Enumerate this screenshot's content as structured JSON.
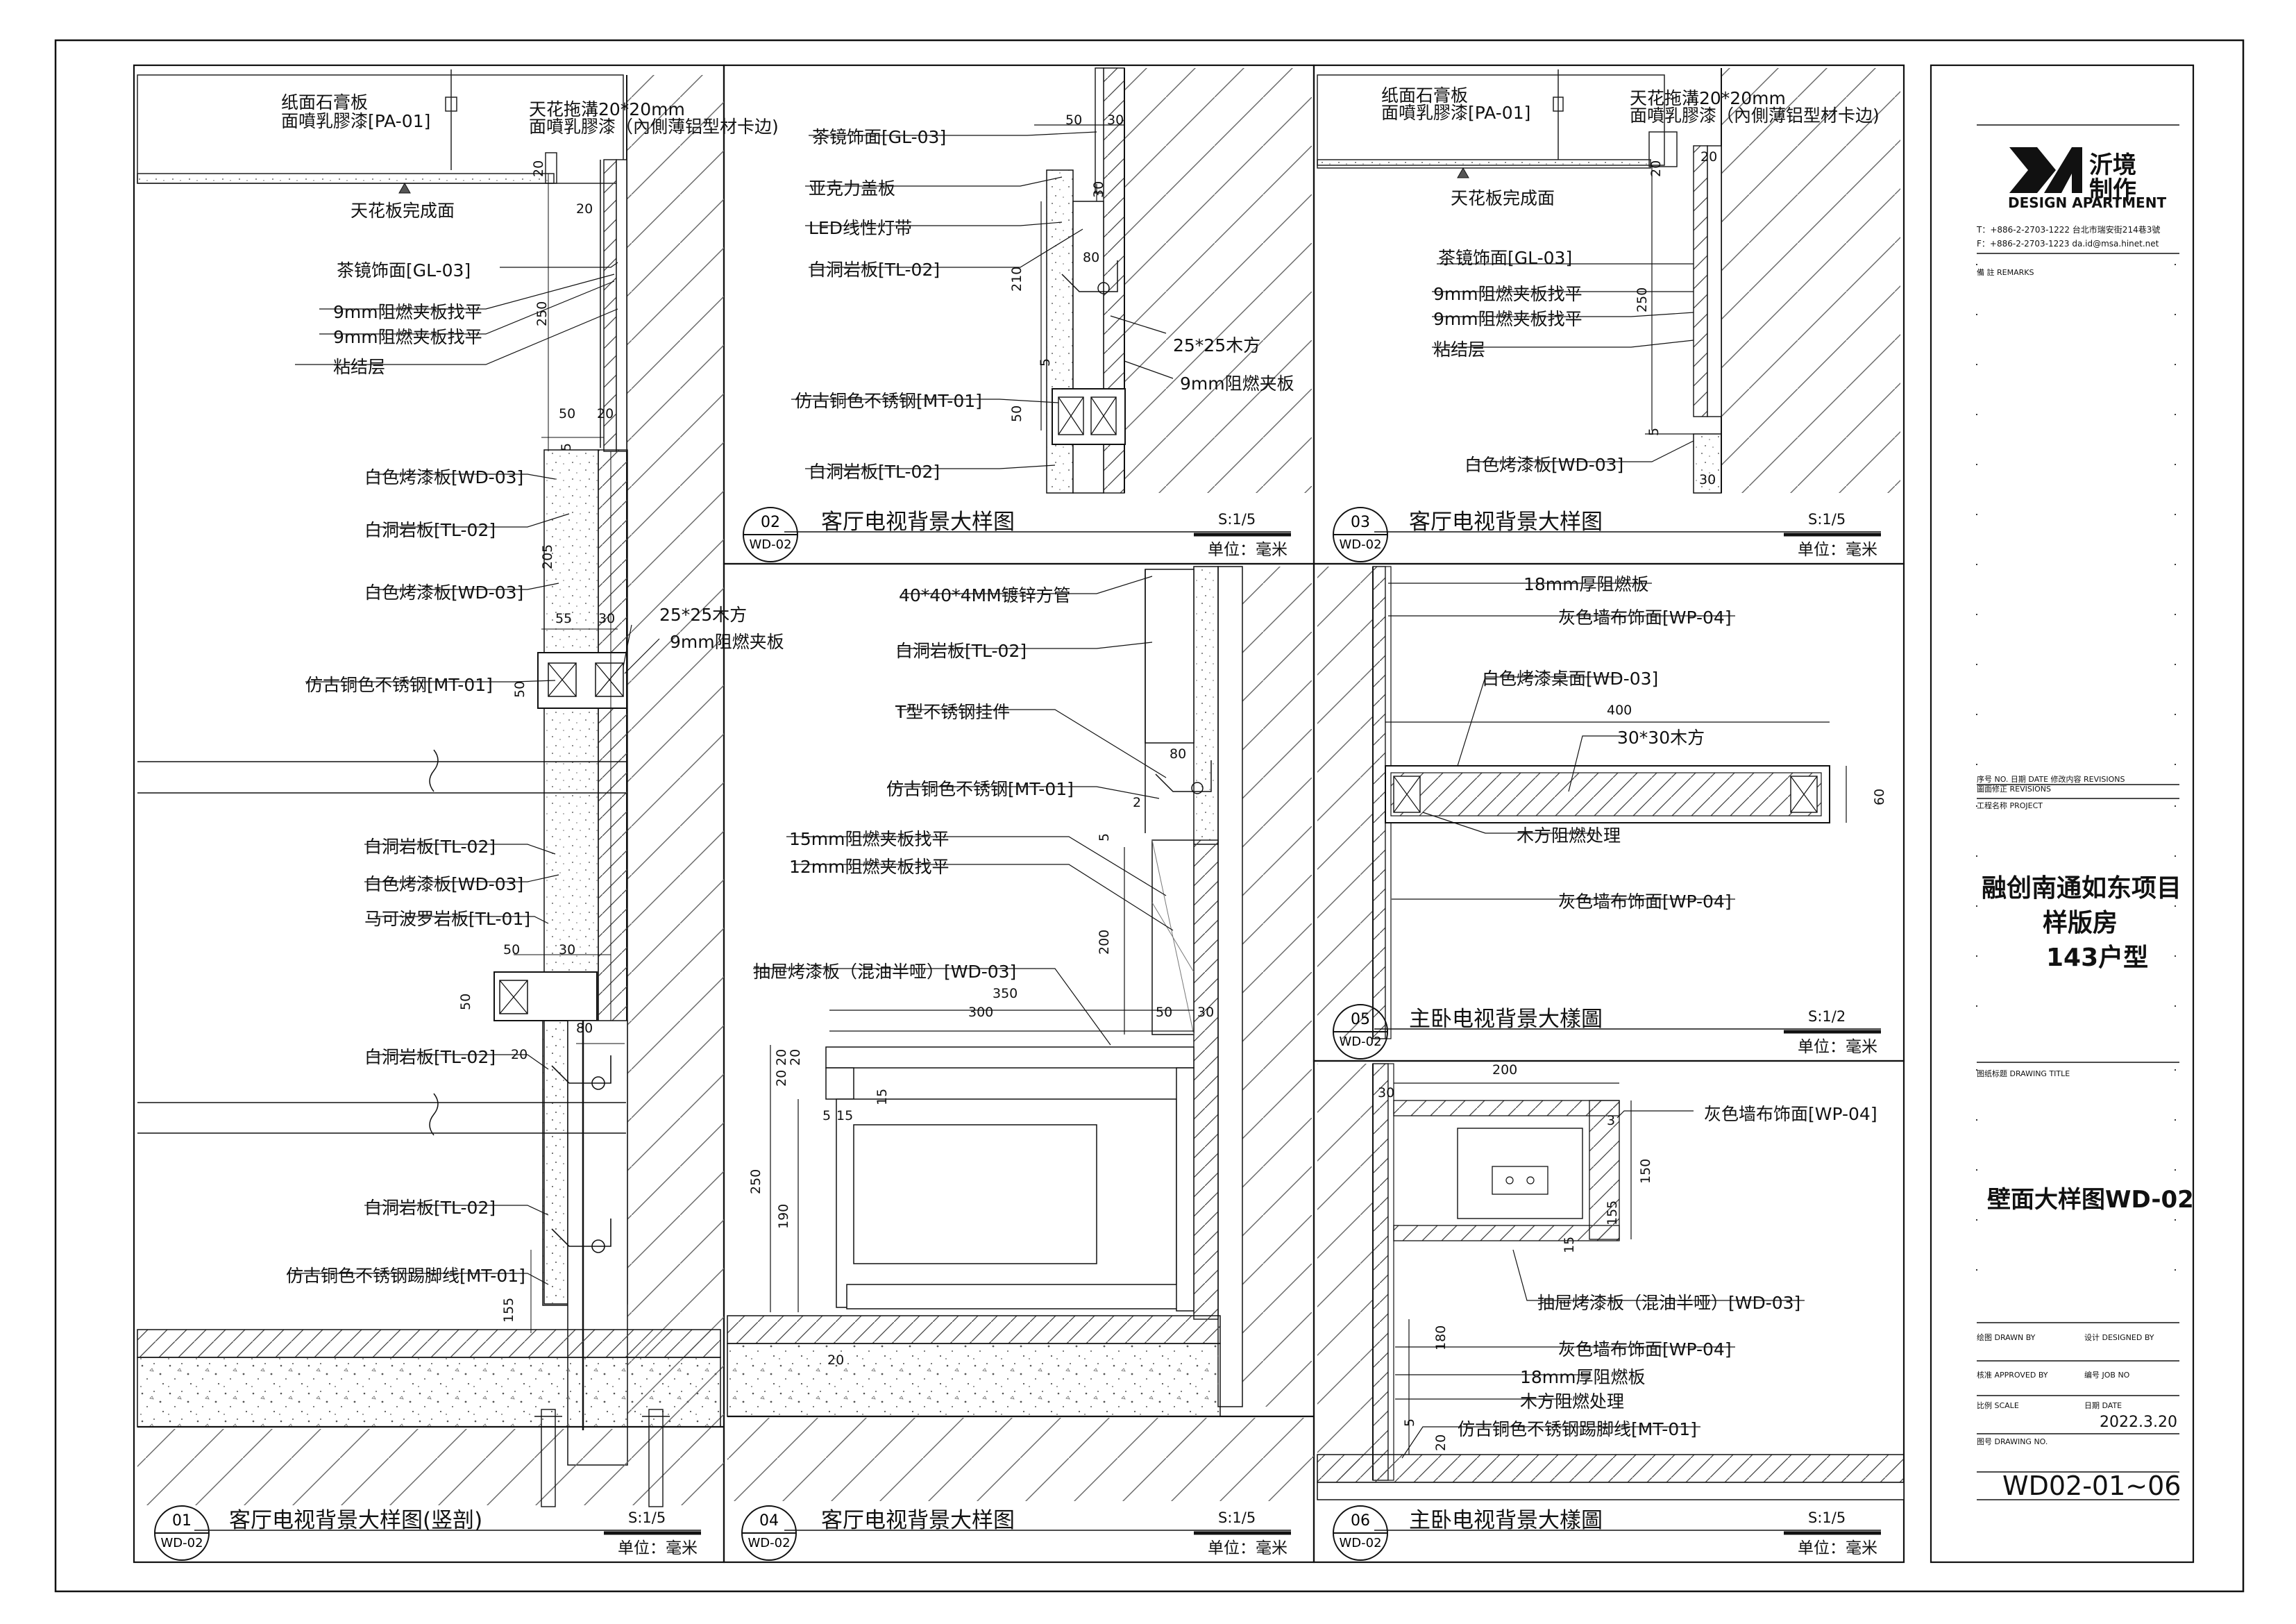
{
  "panel01": {
    "labels": [
      "纸面石膏板",
      "面噴乳膠漆[PA-01]",
      "天花拖溝20*20mm",
      "面噴乳膠漆（內側薄铝型材卡边)",
      "天花板完成面",
      "茶镜饰面[GL-03]",
      "9mm阻燃夹板找平",
      "9mm阻燃夹板找平",
      "粘结层",
      "白色烤漆板[WD-03]",
      "白洞岩板[TL-02]",
      "白色烤漆板[WD-03]",
      "25*25木方",
      "9mm阻燃夹板",
      "仿古铜色不锈钢[MT-01]",
      "白洞岩板[TL-02]",
      "白色烤漆板[WD-03]",
      "马可波罗岩板[TL-01]",
      "白洞岩板[TL-02]",
      "白洞岩板[TL-02]",
      "仿古铜色不锈钢踢脚线[MT-01]"
    ],
    "dims": [
      "20",
      "20",
      "250",
      "50",
      "20",
      "5",
      "205",
      "55",
      "30",
      "50",
      "50",
      "30",
      "50",
      "80",
      "20",
      "155"
    ],
    "number": "01",
    "ref": "WD-02",
    "title": "客厅电视背景大样图(竖剖)",
    "scale": "S:1/5",
    "unit": "单位：毫米"
  },
  "panel02": {
    "labels": [
      "茶镜饰面[GL-03]",
      "亚克力盖板",
      "LED线性灯带",
      "白洞岩板[TL-02]",
      "25*25木方",
      "9mm阻燃夹板",
      "仿古铜色不锈钢[MT-01]",
      "白洞岩板[TL-02]"
    ],
    "dims": [
      "50",
      "30",
      "30",
      "80",
      "210",
      "5",
      "50"
    ],
    "number": "02",
    "ref": "WD-02",
    "title": "客厅电视背景大样图",
    "scale": "S:1/5",
    "unit": "单位：毫米"
  },
  "panel03": {
    "labels": [
      "纸面石膏板",
      "面噴乳膠漆[PA-01]",
      "天花拖溝20*20mm",
      "面噴乳膠漆（內側薄铝型材卡边)",
      "天花板完成面",
      "茶镜饰面[GL-03]",
      "9mm阻燃夹板找平",
      "9mm阻燃夹板找平",
      "粘结层",
      "白色烤漆板[WD-03]"
    ],
    "dims": [
      "20",
      "20",
      "250",
      "5",
      "30"
    ],
    "number": "03",
    "ref": "WD-02",
    "title": "客厅电视背景大样图",
    "scale": "S:1/5",
    "unit": "单位：毫米"
  },
  "panel04": {
    "labels": [
      "40*40*4MM镀锌方管",
      "白洞岩板[TL-02]",
      "T型不锈钢挂件",
      "仿古铜色不锈钢[MT-01]",
      "15mm阻燃夹板找平",
      "12mm阻燃夹板找平",
      "抽屉烤漆板（混油半哑）[WD-03]"
    ],
    "dims": [
      "80",
      "2",
      "5",
      "200",
      "350",
      "300",
      "50",
      "30",
      "20",
      "20",
      "20",
      "15",
      "5",
      "15",
      "250",
      "190",
      "20"
    ],
    "number": "04",
    "ref": "WD-02",
    "title": "客厅电视背景大样图",
    "scale": "S:1/5",
    "unit": "单位：毫米"
  },
  "panel05": {
    "labels": [
      "18mm厚阻燃板",
      "灰色墙布饰面[WP-04]",
      "白色烤漆桌面[WD-03]",
      "30*30木方",
      "木方阻燃处理",
      "灰色墙布饰面[WP-04]"
    ],
    "dims": [
      "400",
      "60"
    ],
    "number": "05",
    "ref": "WD-02",
    "title": "主卧电视背景大樣圖",
    "scale": "S:1/2",
    "unit": "单位：毫米"
  },
  "panel06": {
    "labels": [
      "灰色墙布饰面[WP-04]",
      "抽屉烤漆板（混油半哑）[WD-03]",
      "灰色墙布饰面[WP-04]",
      "18mm厚阻燃板",
      "木方阻燃处理",
      "仿古铜色不锈钢踢脚线[MT-01]"
    ],
    "dims": [
      "200",
      "30",
      "3",
      "150",
      "155",
      "15",
      "180",
      "20",
      "5"
    ],
    "number": "06",
    "ref": "WD-02",
    "title": "主卧电视背景大樣圖",
    "scale": "S:1/5",
    "unit": "单位：毫米"
  },
  "title_block": {
    "brand_cn_1": "沂境",
    "brand_cn_2": "制作",
    "brand_en": "DESIGN APARTMENT",
    "tel": "T：+886-2-2703-1222  台北市瑞安街214巷3號",
    "fax": "F：+886-2-2703-1223  da.id@msa.hinet.net",
    "remarks": "備 註  REMARKS",
    "rev_header": "序号 NO.  日期 DATE    修改内容 REVISIONS",
    "rev_header2": "圖面修正 REVISIONS",
    "project_label": "工程名称 PROJECT",
    "project_line1": "融创南通如东项目",
    "project_line2": "样版房",
    "project_line3": "143户型",
    "drawing_title_label": "图纸标题 DRAWING TITLE",
    "drawing_title": "壁面大样图WD-02",
    "drawn_by": "绘图 DRAWN BY",
    "designed_by": "设计 DESIGNED BY",
    "approved_by": "核准 APPROVED BY",
    "job_no": "编号 JOB NO",
    "scale_label": "比例 SCALE",
    "date_label": "日期 DATE",
    "date": "2022.3.20",
    "drawing_no_label": "图号 DRAWING NO.",
    "drawing_no": "WD02-01~06"
  }
}
